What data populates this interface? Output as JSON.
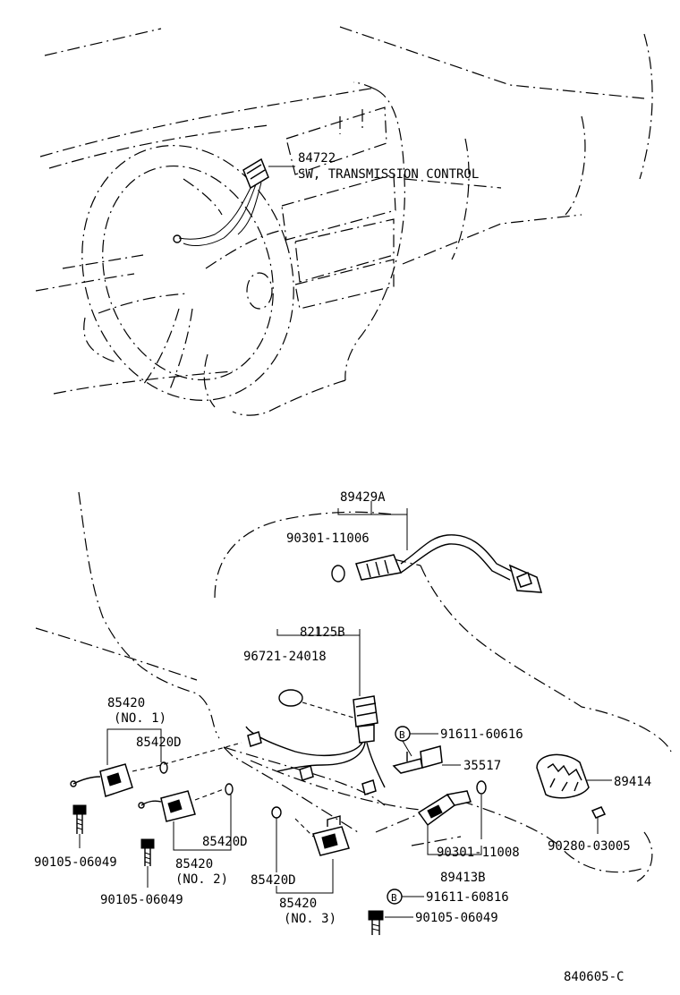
{
  "labels": {
    "sw_part": "84722",
    "sw_desc": "SW, TRANSMISSION CONTROL",
    "p89429A": "89429A",
    "p90301_11006": "90301-11006",
    "p82125B": "82125B",
    "p96721_24018": "96721-24018",
    "p85420_no1_num": "85420",
    "p85420_no1_sub": "(NO. 1)",
    "p85420D_a": "85420D",
    "p91611_60616": "91611-60616",
    "circle_b_1": "B",
    "p35517": "35517",
    "p89414": "89414",
    "p90105_06049_a": "90105-06049",
    "p85420D_b": "85420D",
    "p85420_no2_num": "85420",
    "p85420_no2_sub": "(NO. 2)",
    "p90105_06049_b": "90105-06049",
    "p90301_11008": "90301-11008",
    "p90280_03005": "90280-03005",
    "p89413B": "89413B",
    "p85420D_c": "85420D",
    "p85420_no3_num": "85420",
    "p85420_no3_sub": "(NO. 3)",
    "p91611_60816": "91611-60816",
    "circle_b_2": "B",
    "p90105_06049_c": "90105-06049",
    "figure_code": "840605-C"
  }
}
